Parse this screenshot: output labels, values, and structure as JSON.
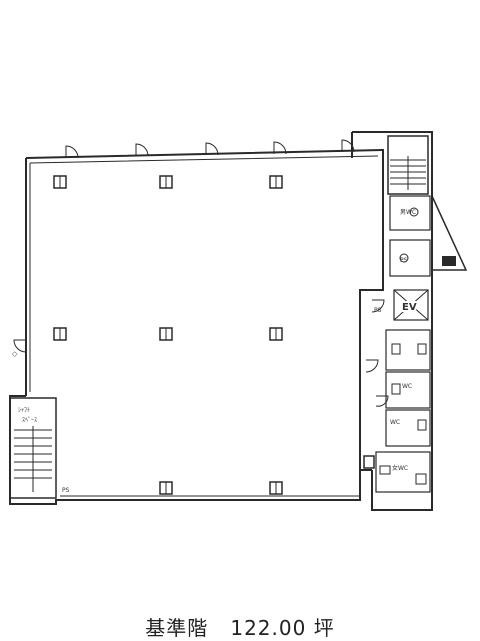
{
  "caption": {
    "floor_name": "基準階",
    "area": "122.00",
    "unit": "坪"
  },
  "labels": {
    "ev": "EV",
    "ps": "PS",
    "wc": "WC",
    "men_wc": "男WC",
    "ladies_wc": "女WC"
  },
  "colors": {
    "line": "#2a2a2a",
    "paper": "#ffffff"
  }
}
